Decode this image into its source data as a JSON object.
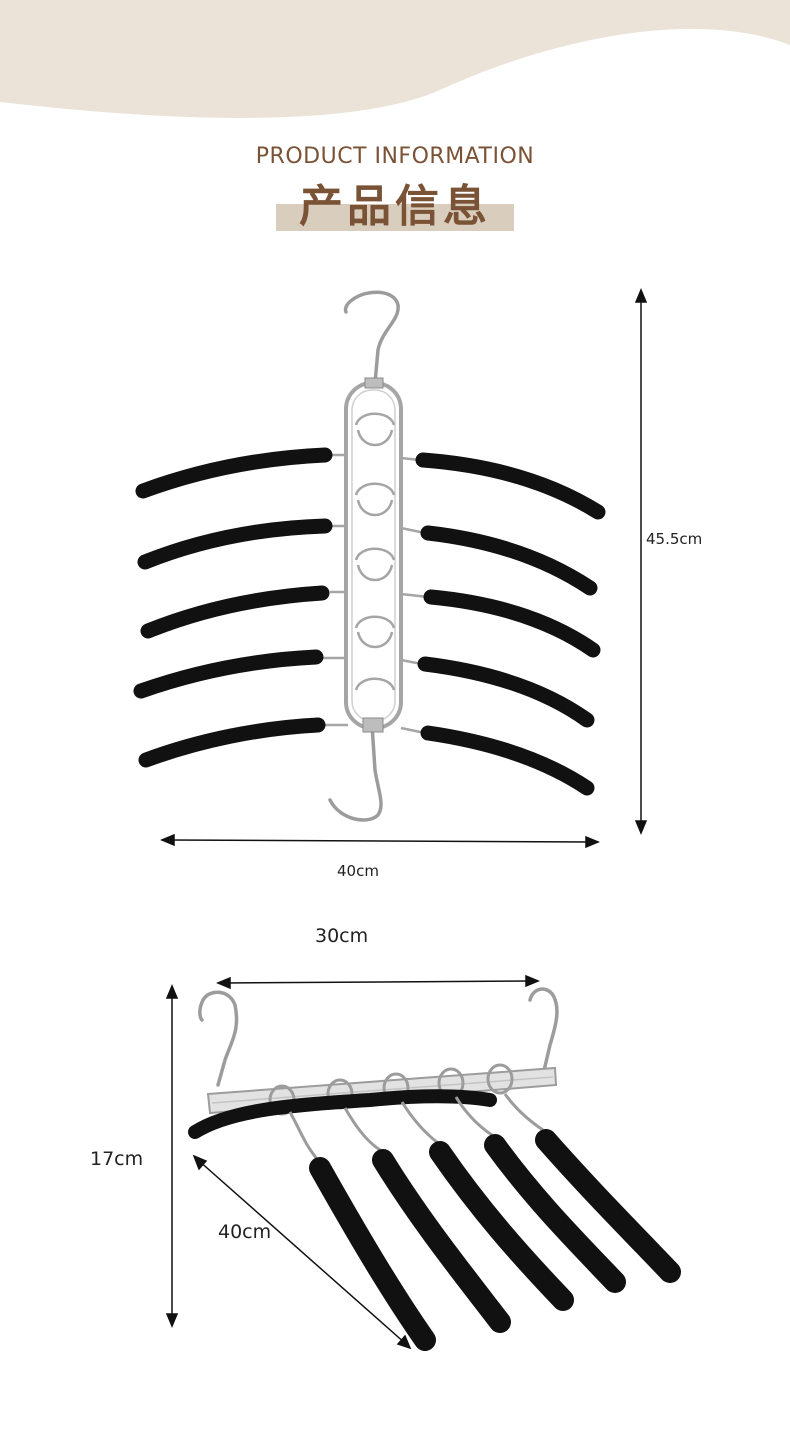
{
  "header": {
    "title_en": "PRODUCT INFORMATION",
    "title_zh": "产品信息"
  },
  "colors": {
    "banner": "#ebe3d8",
    "title": "#7a5236",
    "title_bar": "#d9cdbd",
    "foam": "#111111",
    "metal": "#9c9c9c"
  },
  "diagram_front": {
    "height_label": "45.5cm",
    "width_label": "40cm"
  },
  "diagram_side": {
    "top_width_label": "30cm",
    "height_label": "17cm",
    "arm_length_label": "40cm"
  }
}
